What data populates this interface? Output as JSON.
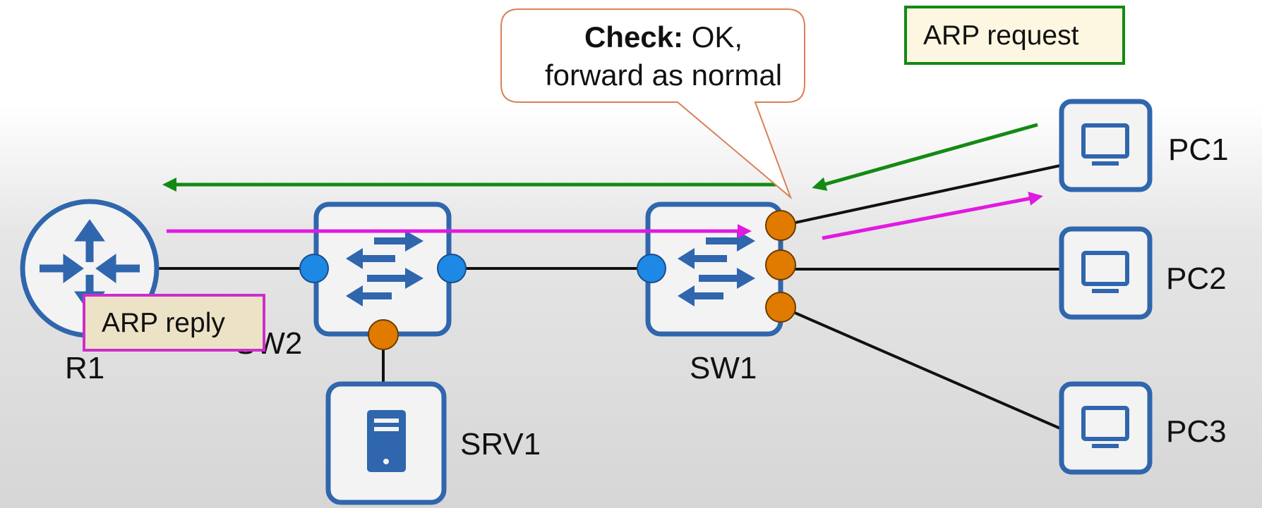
{
  "callout": {
    "bold": "Check:",
    "text": "OK,",
    "line2": "forward as normal"
  },
  "legend": {
    "request": "ARP request",
    "reply": "ARP reply"
  },
  "devices": {
    "r1": "R1",
    "sw2": "SW2",
    "sw1": "SW1",
    "srv1": "SRV1",
    "pc1": "PC1",
    "pc2": "PC2",
    "pc3": "PC3"
  },
  "colors": {
    "device_blue": "#2f66ad",
    "device_fill": "#f3f3f3",
    "port_blue": "#1e88e5",
    "port_orange": "#e07b00",
    "arp_request": "#138a13",
    "arp_reply": "#e01ae0",
    "link": "#111111",
    "callout_border": "#d9805a",
    "box_fill": "#fdf7e1"
  }
}
